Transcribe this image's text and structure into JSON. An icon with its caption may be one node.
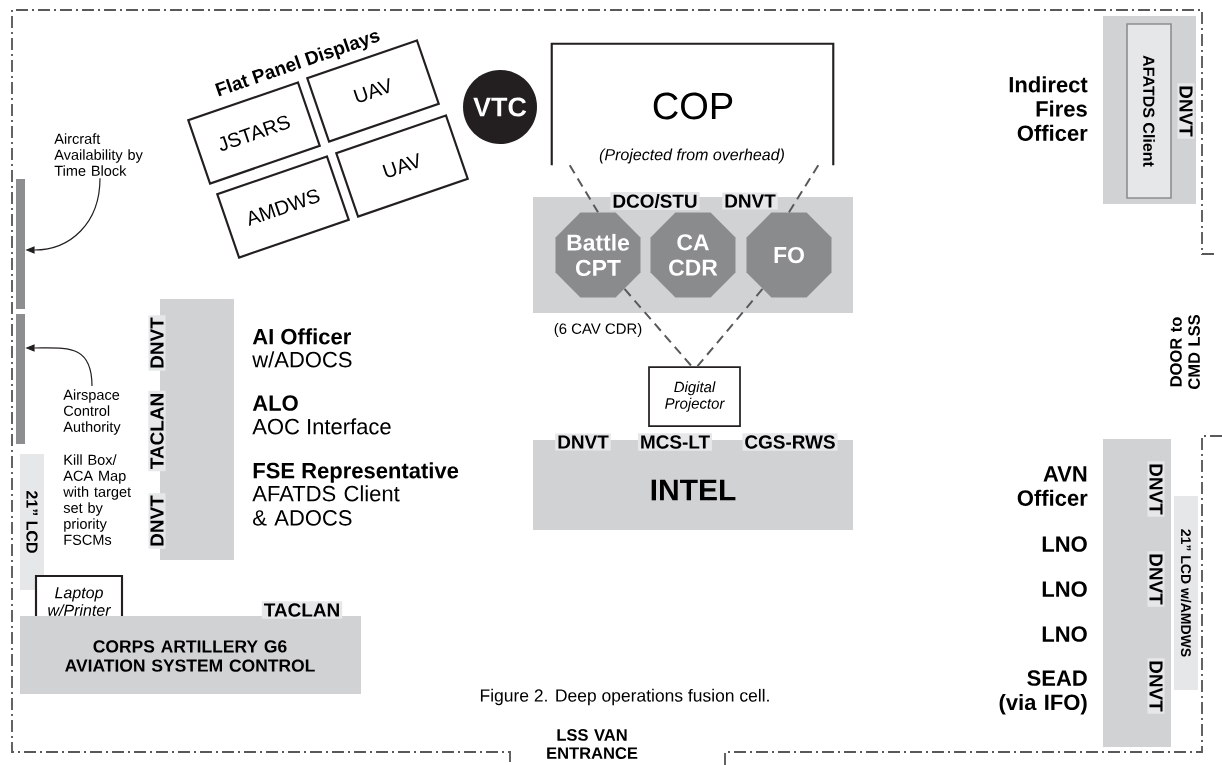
{
  "diagram": {
    "caption": "Figure 2. Deep operations fusion cell.",
    "nodes": [
      {
        "text": [
          "JSTARS"
        ]
      },
      {
        "text": [
          "UAV"
        ]
      },
      {
        "text": [
          "AMDWS"
        ]
      },
      {
        "text": [
          "UAV"
        ]
      },
      {
        "text": [
          "VTC"
        ]
      },
      {
        "text": [
          "COP",
          "(Projected from overhead)"
        ]
      },
      {
        "text": [
          "DCO/STU",
          "DNVT"
        ]
      },
      {
        "text": [
          "Battle CPT"
        ],
        "in": 6,
        "beside": [
          "(6 CAV CDR)"
        ]
      },
      {
        "text": [
          "CA CDR"
        ],
        "in": 6
      },
      {
        "text": [
          "FO"
        ],
        "in": 6
      },
      {
        "text": [
          "Digital Projector"
        ]
      },
      {
        "text": [
          "DNVT",
          "MCS-LT",
          "CGS-RWS",
          "INTEL"
        ]
      },
      {
        "text": [],
        "shape": "bar"
      },
      {
        "text": [
          "Aircraft Availability by Time Block"
        ]
      },
      {
        "text": [],
        "shape": "bar"
      },
      {
        "text": [
          "Airspace Control Authority"
        ]
      },
      {
        "text": [
          "21” LCD"
        ]
      },
      {
        "text": [
          "Laptop w/Printer"
        ]
      },
      {
        "text": [
          "TACLAN",
          "CORPS ARTILLERY G6 AVIATION SYSTEM CONTROL"
        ]
      },
      {
        "text": [
          "DNVT",
          "TACLAN",
          "DNVT"
        ],
        "beside": [
          "AI Officer",
          "w/ADOCS",
          "ALO",
          "AOC Interface",
          "FSE Representative",
          "AFATDS Client & ADOCS"
        ]
      },
      {
        "text": [
          "DNVT"
        ],
        "beside": [
          "Indirect Fires Officer"
        ]
      },
      {
        "text": [
          "AFATDS Client"
        ],
        "in": 20
      },
      {
        "text": [
          "DNVT",
          "DNVT",
          "DNVT"
        ],
        "beside": [
          "AVN Officer",
          "LNO",
          "LNO",
          "LNO",
          "SEAD (via IFO)"
        ]
      },
      {
        "text": [
          "21” LCD w/AMDWS"
        ]
      }
    ],
    "edges": [
      {
        "from": 5,
        "to": 7,
        "arrow": "none",
        "style": "dashed"
      },
      {
        "from": 5,
        "to": 9,
        "arrow": "none",
        "style": "dashed"
      },
      {
        "from": 7,
        "to": 10,
        "arrow": "none",
        "style": "dashed"
      },
      {
        "from": 9,
        "to": 10,
        "arrow": "none",
        "style": "dashed"
      },
      {
        "from": 13,
        "to": 12,
        "arrow": "to"
      },
      {
        "from": 15,
        "to": 14,
        "arrow": "to"
      }
    ],
    "labels": [
      "Flat Panel Displays",
      "Kill Box/ ACA Map with target set by priority FSCMs",
      "DOOR to CMD LSS",
      "LSS VAN ENTRANCE"
    ]
  }
}
